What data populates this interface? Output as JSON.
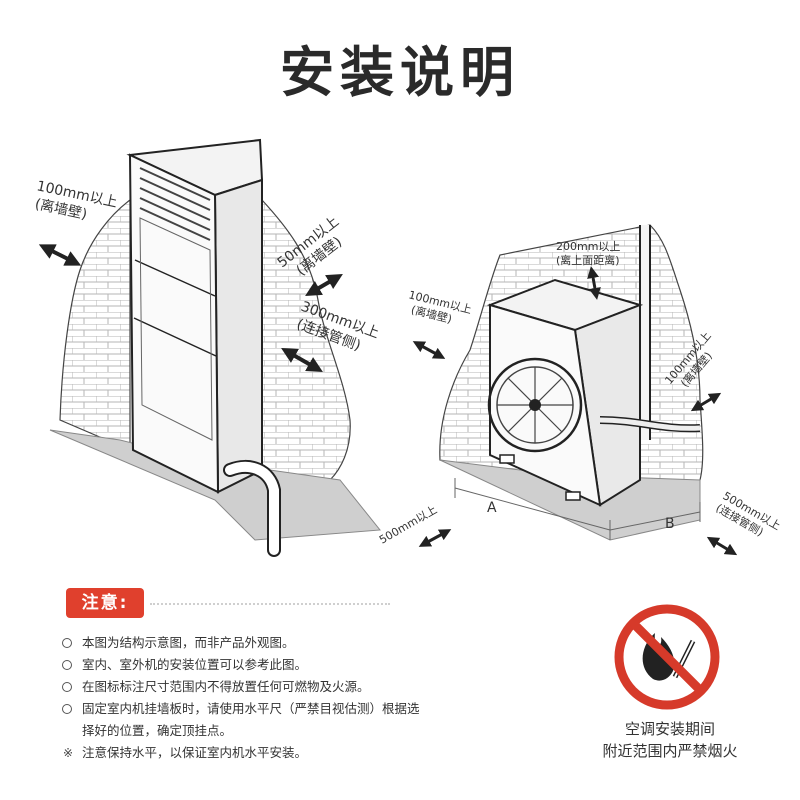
{
  "title": "安装说明",
  "indoor": {
    "left_dist": "100mm以上",
    "left_note": "(离墙壁)",
    "right_dist": "50mm以上",
    "right_note": "(离墙壁)",
    "pipe_dist": "300mm以上",
    "pipe_note": "(连接管侧)"
  },
  "outdoor": {
    "top_dist": "200mm以上",
    "top_note": "(离上面距离)",
    "left_dist": "100mm以上",
    "left_note": "(离墙壁)",
    "right_dist": "100mm以上",
    "right_note": "(离墙壁)",
    "front_dist": "500mm以上",
    "pipe_front_dist": "500mm以上",
    "pipe_front_note": "(连接管侧)",
    "label_a": "A",
    "label_b": "B"
  },
  "notice": {
    "badge": "注意:",
    "items": [
      "本图为结构示意图，而非产品外观图。",
      "室内、室外机的安装位置可以参考此图。",
      "在图标标注尺寸范围内不得放置任何可燃物及火源。",
      "固定室内机挂墙板时，请使用水平尺（严禁目视估测）根据选",
      "择好的位置，确定顶挂点。"
    ],
    "star_item": "注意保持水平，以保证室内机水平安装。",
    "star_mark": "※"
  },
  "warning": {
    "line1": "空调安装期间",
    "line2": "附近范围内严禁烟火",
    "color": "#d63a2a"
  }
}
